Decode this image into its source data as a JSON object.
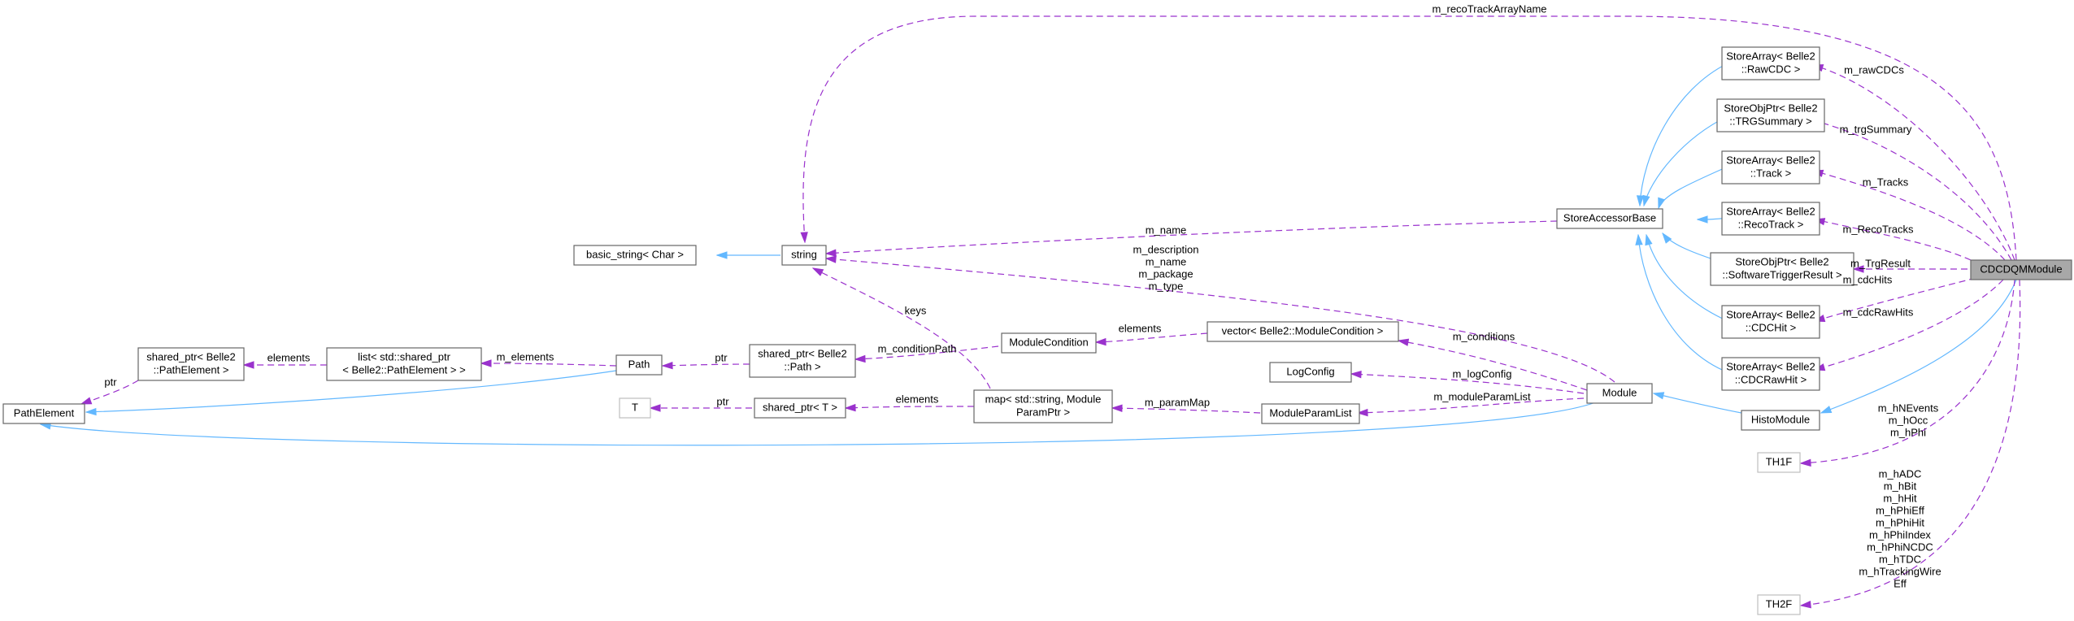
{
  "diagram": {
    "colors": {
      "inherit": "#63b8ff",
      "use": "#9a32cd",
      "focus_fill": "#a8a8a8",
      "node_border": "#666666"
    },
    "nodes": {
      "cdcdqm": [
        "CDCDQMModule"
      ],
      "rawcdc": [
        "StoreArray< Belle2",
        "::RawCDC >"
      ],
      "trgsummary": [
        "StoreObjPtr< Belle2",
        "::TRGSummary >"
      ],
      "track": [
        "StoreArray< Belle2",
        "::Track >"
      ],
      "recotrack": [
        "StoreArray< Belle2",
        "::RecoTrack >"
      ],
      "swtrigger": [
        "StoreObjPtr< Belle2",
        "::SoftwareTriggerResult >"
      ],
      "cdchit": [
        "StoreArray< Belle2",
        "::CDCHit >"
      ],
      "cdcrawhit": [
        "StoreArray< Belle2",
        "::CDCRawHit >"
      ],
      "histomodule": [
        "HistoModule"
      ],
      "th1f": [
        "TH1F"
      ],
      "th2f": [
        "TH2F"
      ],
      "storeaccessor": [
        "StoreAccessorBase"
      ],
      "string": [
        "string"
      ],
      "basicstring": [
        "basic_string< Char >"
      ],
      "vector": [
        "vector< Belle2::ModuleCondition >"
      ],
      "logconfig": [
        "LogConfig"
      ],
      "module": [
        "Module"
      ],
      "moduleparamlist": [
        "ModuleParamList"
      ],
      "map": [
        "map< std::string, Module",
        "ParamPtr >"
      ],
      "modulecondition": [
        "ModuleCondition"
      ],
      "sharedpath": [
        "shared_ptr< Belle2",
        "::Path >"
      ],
      "sharedT": [
        "shared_ptr< T >"
      ],
      "T": [
        "T"
      ],
      "path": [
        "Path"
      ],
      "list": [
        "list< std::shared_ptr",
        "< Belle2::PathElement > >"
      ],
      "sharedpathelement": [
        "shared_ptr< Belle2",
        "::PathElement >"
      ],
      "pathelement": [
        "PathElement"
      ]
    },
    "edge_labels": {
      "recotrackname": [
        "m_recoTrackArrayName"
      ],
      "rawcdcs": [
        "m_rawCDCs"
      ],
      "trgsummary": [
        "m_trgSummary"
      ],
      "tracks": [
        "m_Tracks"
      ],
      "recotracks": [
        "m_RecoTracks"
      ],
      "trgresult": [
        "m_TrgResult"
      ],
      "cdchits": [
        "m_cdcHits"
      ],
      "cdcrawhits": [
        "m_cdcRawHits"
      ],
      "th1f": [
        "m_hNEvents",
        "m_hOcc",
        "m_hPhi"
      ],
      "th2f": [
        "m_hADC",
        "m_hBit",
        "m_hHit",
        "m_hPhiEff",
        "m_hPhiHit",
        "m_hPhiIndex",
        "m_hPhiNCDC",
        "m_hTDC",
        "m_hTrackingWire",
        "Eff"
      ],
      "name": [
        "m_name"
      ],
      "description": [
        "m_description",
        "m_name",
        "m_package",
        "m_type"
      ],
      "keys": [
        "keys"
      ],
      "conditions": [
        "m_conditions"
      ],
      "logconfig": [
        "m_logConfig"
      ],
      "moduleparamlist": [
        "m_moduleParamList"
      ],
      "parammap": [
        "m_paramMap"
      ],
      "elements_vec": [
        "elements"
      ],
      "conditionpath": [
        "m_conditionPath"
      ],
      "elements_map": [
        "elements"
      ],
      "ptr_path": [
        "ptr"
      ],
      "ptr_T": [
        "ptr"
      ],
      "m_elements": [
        "m_elements"
      ],
      "elements_list": [
        "elements"
      ],
      "ptr_pe": [
        "ptr"
      ]
    }
  }
}
